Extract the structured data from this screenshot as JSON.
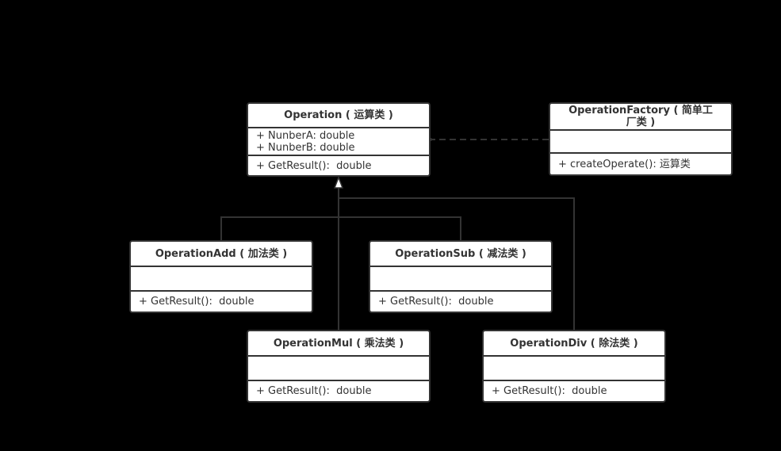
{
  "colors": {
    "background": "#000000",
    "box_fill": "#ffffff",
    "stroke": "#333333"
  },
  "classes": {
    "operation": {
      "name": "Operation ( 运算类 )",
      "attributes": [
        "+ NunberA: double",
        "+ NunberB: double"
      ],
      "operations": [
        "+ GetResult():  double"
      ]
    },
    "factory": {
      "name": "OperationFactory ( 简单工厂类 )",
      "attributes": [],
      "operations": [
        "+ createOperate(): 运算类"
      ]
    },
    "add": {
      "name": "OperationAdd ( 加法类 )",
      "attributes": [],
      "operations": [
        "+ GetResult():  double"
      ]
    },
    "sub": {
      "name": "OperationSub ( 减法类 )",
      "attributes": [],
      "operations": [
        "+ GetResult():  double"
      ]
    },
    "mul": {
      "name": "OperationMul ( 乘法类 )",
      "attributes": [],
      "operations": [
        "+ GetResult():  double"
      ]
    },
    "div": {
      "name": "OperationDiv ( 除法类 )",
      "attributes": [],
      "operations": [
        "+ GetResult():  double"
      ]
    }
  },
  "relations": [
    {
      "type": "dependency",
      "from": "factory",
      "to": "operation"
    },
    {
      "type": "inheritance",
      "from": "add",
      "to": "operation"
    },
    {
      "type": "inheritance",
      "from": "sub",
      "to": "operation"
    },
    {
      "type": "inheritance",
      "from": "mul",
      "to": "operation"
    },
    {
      "type": "inheritance",
      "from": "div",
      "to": "operation"
    }
  ]
}
